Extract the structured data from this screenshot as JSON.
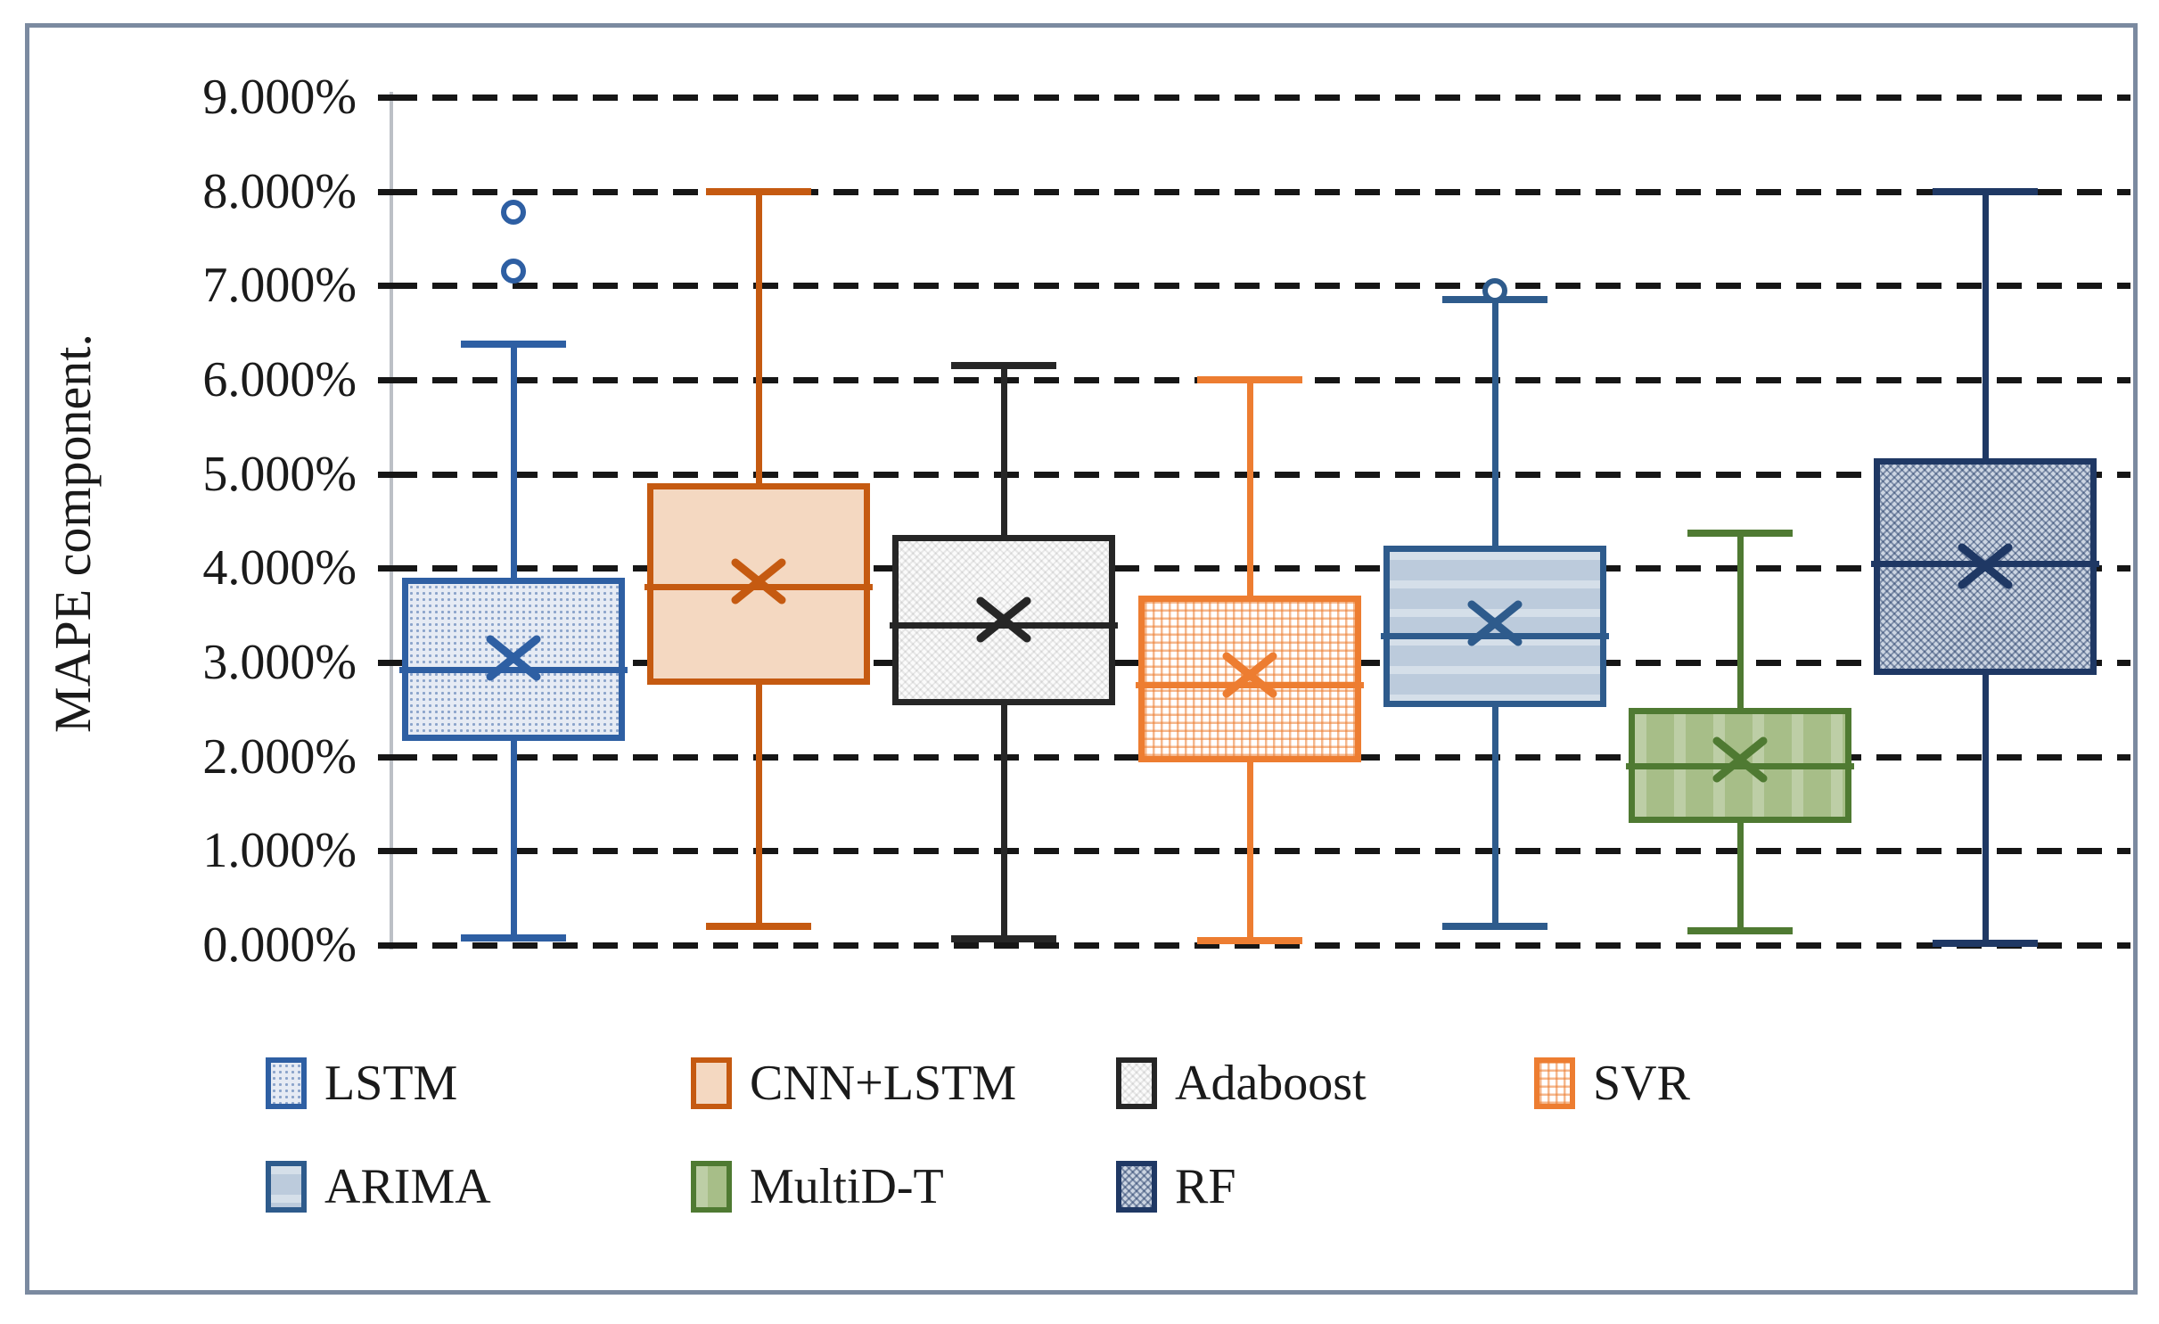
{
  "figure": {
    "frame_color": "#7b8aa0",
    "background_color": "#ffffff",
    "gridline_color": "#161616"
  },
  "chart_data": {
    "type": "box",
    "title": "",
    "xlabel": "",
    "ylabel": "MAPE component.",
    "ylim": [
      0,
      9
    ],
    "y_tick_labels": [
      "9.000%",
      "8.000%",
      "7.000%",
      "6.000%",
      "5.000%",
      "4.000%",
      "3.000%",
      "2.000%",
      "1.000%",
      "0.000%"
    ],
    "y_tick_values": [
      9,
      8,
      7,
      6,
      5,
      4,
      3,
      2,
      1,
      0
    ],
    "grid": "horizontal dashed",
    "legend_position": "bottom",
    "series": [
      {
        "name": "LSTM",
        "color": "#2e5fa3",
        "pattern": "dots-blue",
        "min": 0.08,
        "q1": 2.17,
        "median": 2.92,
        "mean": 3.05,
        "q3": 3.9,
        "max": 6.38,
        "outliers": [
          7.15,
          7.78
        ]
      },
      {
        "name": "CNN+LSTM",
        "color": "#c55a11",
        "pattern": "solid-peach",
        "min": 0.2,
        "q1": 2.76,
        "median": 3.8,
        "mean": 3.86,
        "q3": 4.9,
        "max": 8.0,
        "outliers": []
      },
      {
        "name": "Adaboost",
        "color": "#262626",
        "pattern": "crosshatch-light",
        "min": 0.07,
        "q1": 2.55,
        "median": 3.4,
        "mean": 3.45,
        "q3": 4.35,
        "max": 6.15,
        "outliers": []
      },
      {
        "name": "SVR",
        "color": "#ed7d31",
        "pattern": "grid-orange",
        "min": 0.05,
        "q1": 1.94,
        "median": 2.76,
        "mean": 2.87,
        "q3": 3.71,
        "max": 6.0,
        "outliers": []
      },
      {
        "name": "ARIMA",
        "color": "#2e5b8c",
        "pattern": "solid-steel",
        "min": 0.2,
        "q1": 2.53,
        "median": 3.28,
        "mean": 3.42,
        "q3": 4.24,
        "max": 6.85,
        "outliers": [
          6.95
        ]
      },
      {
        "name": "MultiD-T",
        "color": "#4f7a32",
        "pattern": "solid-green",
        "min": 0.15,
        "q1": 1.3,
        "median": 1.9,
        "mean": 1.97,
        "q3": 2.52,
        "max": 4.37,
        "outliers": []
      },
      {
        "name": "RF",
        "color": "#1f3864",
        "pattern": "crosshatch-navy",
        "min": 0.02,
        "q1": 2.87,
        "median": 4.05,
        "mean": 4.02,
        "q3": 5.17,
        "max": 8.0,
        "outliers": []
      }
    ],
    "legend_rows": [
      [
        "LSTM",
        "CNN+LSTM",
        "Adaboost",
        "SVR"
      ],
      [
        "ARIMA",
        "MultiD-T",
        "RF"
      ]
    ]
  }
}
